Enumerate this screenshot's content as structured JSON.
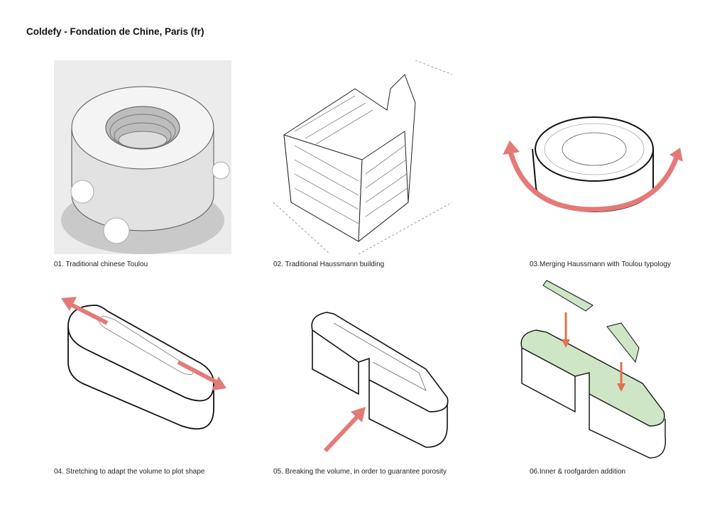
{
  "title": "Coldefy - Fondation de Chine, Paris (fr)",
  "steps": [
    {
      "caption": "01. Traditional chinese Toulou"
    },
    {
      "caption": "02. Traditional Haussmann building"
    },
    {
      "caption": "03.Merging Haussmann with Toulou typology"
    },
    {
      "caption": "04. Stretching to adapt the volume to plot shape"
    },
    {
      "caption": "05. Breaking the volume, in order to guarantee porosity"
    },
    {
      "caption": "06.Inner & roofgarden addition"
    }
  ],
  "colors": {
    "arrow": "#e47a78",
    "garden": "#cfe6c6",
    "ink": "#111111"
  }
}
